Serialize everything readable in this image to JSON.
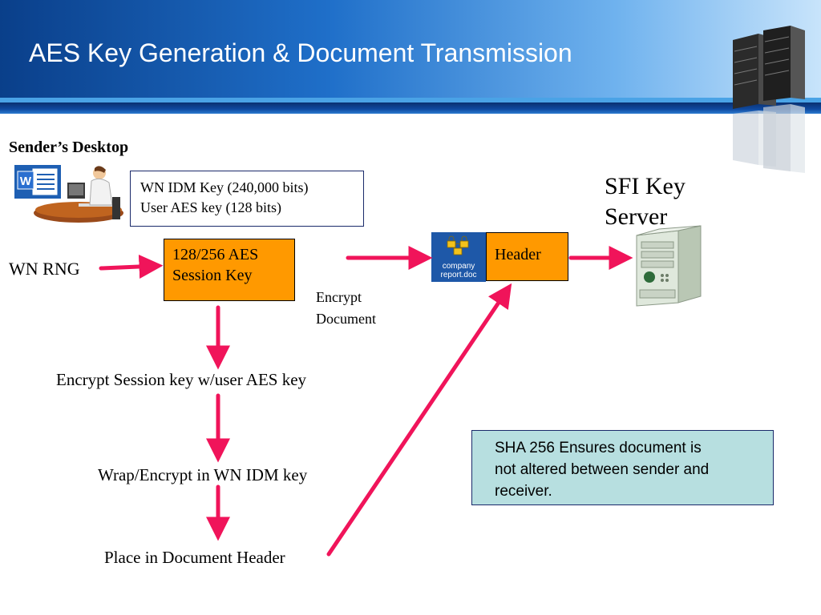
{
  "slide": {
    "title": "AES Key Generation & Document Transmission"
  },
  "labels": {
    "senders_desktop": "Sender’s Desktop",
    "wn_rng": "WN RNG",
    "encrypt_document_1": "Encrypt",
    "encrypt_document_2": "Document",
    "encrypt_session_key": "Encrypt Session key w/user AES key",
    "wrap_encrypt": "Wrap/Encrypt in WN IDM key",
    "place_in_header": "Place in Document Header",
    "sfi_key_server_1": "SFI Key",
    "sfi_key_server_2": "Server"
  },
  "keys_box": {
    "line1": "WN IDM Key (240,000 bits)",
    "line2": "User AES key (128 bits)"
  },
  "session_key_box": {
    "line1": "128/256 AES",
    "line2": "Session Key"
  },
  "header_box": {
    "label": "Header"
  },
  "document_icon": {
    "line1": "company",
    "line2": "report.doc"
  },
  "sha_box": {
    "line1": "SHA 256 Ensures document is",
    "line2": "not altered between sender and",
    "line3": "receiver."
  },
  "colors": {
    "arrow": "#f0145a",
    "session_key_fill": "#ff9900",
    "header_fill": "#ff9900",
    "sha_fill": "#b7dfe0"
  },
  "icons": [
    "word-document-icon",
    "person-at-desk-icon",
    "server-rack-icon",
    "server-tower-icon",
    "locked-document-icon"
  ]
}
